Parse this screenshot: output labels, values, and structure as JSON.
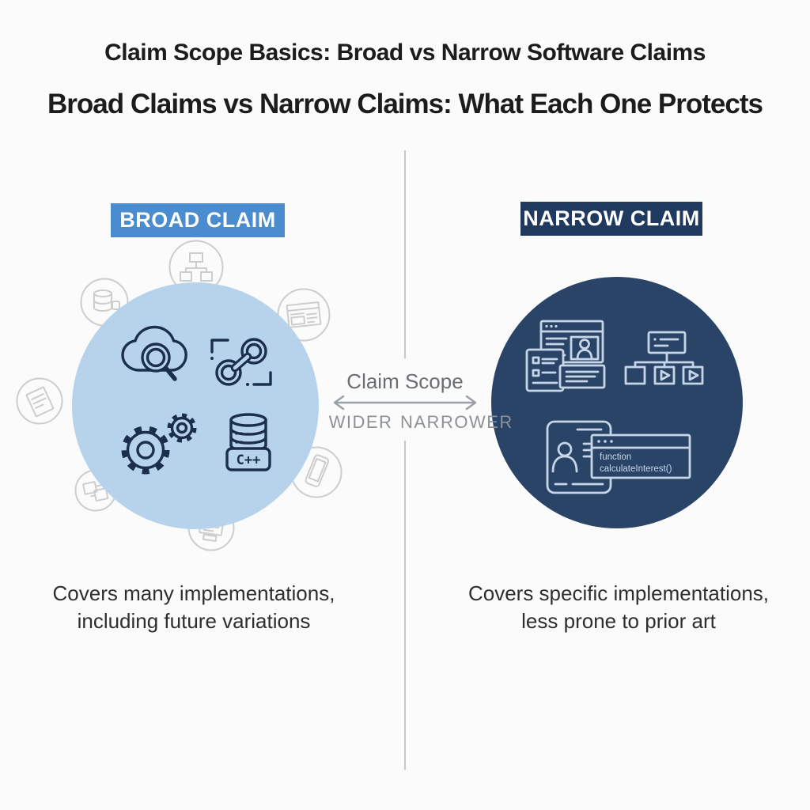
{
  "page": {
    "title": "Claim Scope Basics: Broad vs Narrow Software Claims",
    "subtitle": "Broad Claims vs Narrow Claims: What Each One Protects"
  },
  "center_scale": {
    "label": "Claim Scope",
    "left_end": "WIDER",
    "right_end": "NARROWER"
  },
  "broad_claim": {
    "header": "BROAD CLAIM",
    "caption_line1": "Covers many implementations,",
    "caption_line2": "including future variations",
    "cpp_badge_label": "C++",
    "icon_names": [
      "cloud-search-icon",
      "link-icon",
      "gears-icon",
      "database-cpp-icon"
    ]
  },
  "narrow_claim": {
    "header": "NARROW CLAIM",
    "caption_line1": "Covers specific implementations,",
    "caption_line2": "less prone to prior art",
    "code_window": {
      "line1": "function",
      "line2": "calculateInterest()"
    },
    "icon_names": [
      "browser-profile-icon",
      "flowchart-icon",
      "id-card-code-icon"
    ]
  },
  "background_icon_names": [
    "sitemap-icon",
    "database-icon",
    "browser-window-icon",
    "document-icon",
    "puzzle-icon",
    "document-icon",
    "smartphone-icon"
  ],
  "colors": {
    "broad_header_bg": "#4a8ccd",
    "broad_circle_fill": "#b7d3ec",
    "broad_icon_stroke": "#1b2e4d",
    "narrow_header_bg": "#203a5f",
    "narrow_circle_fill": "#2a4468",
    "narrow_icon_stroke": "#c6d6e8",
    "divider_gray": "#c6c8ca",
    "faint_icon_gray": "#cdcdcd",
    "scale_text_gray": "#6a6e72",
    "direction_text_gray": "#8d9195",
    "arrow_gray": "#9aa0a5",
    "title_color": "#1c1c1c",
    "caption_color": "#2e2e2e"
  }
}
